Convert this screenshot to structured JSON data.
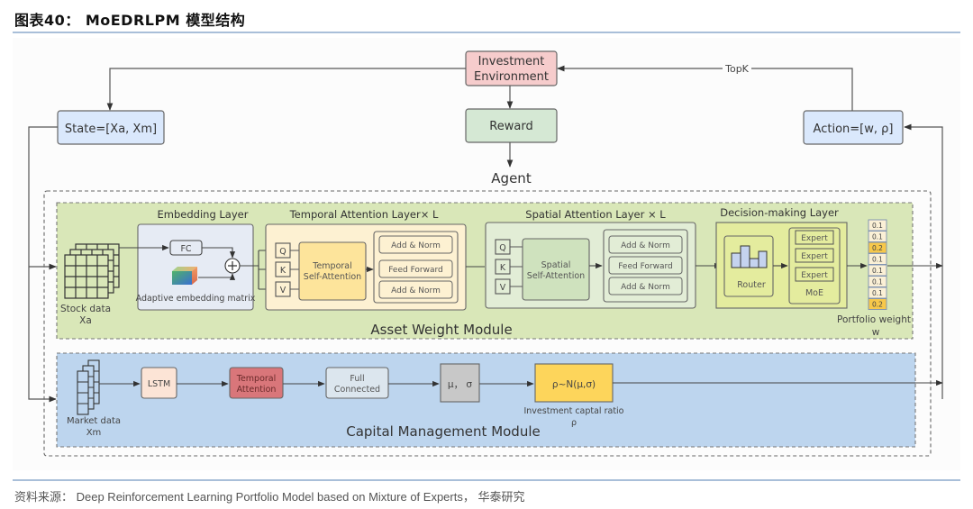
{
  "figure": {
    "title": "图表40： MoEDRLPM 模型结构",
    "source": "资料来源： Deep Reinforcement Learning Portfolio Model based on Mixture of Experts， 华泰研究"
  },
  "top": {
    "environment": [
      "Investment",
      "Environment"
    ],
    "reward": "Reward",
    "agent": "Agent",
    "state": "State=[Xa, Xm]",
    "action": "Action=[w, ρ]",
    "topk": "TopK"
  },
  "asset_module": {
    "label": "Asset Weight Module",
    "stock_data": [
      "Stock data",
      "Xa"
    ],
    "embedding": {
      "title": "Embedding Layer",
      "fc": "FC",
      "plus": "+",
      "matrix_label": "Adaptive embedding matrix"
    },
    "temporal": {
      "title": "Temporal Attention Layer× L",
      "q": "Q",
      "k": "K",
      "v": "V",
      "attention": [
        "Temporal",
        "Self-Attention"
      ],
      "blocks": [
        "Add & Norm",
        "Feed Forward",
        "Add & Norm"
      ]
    },
    "spatial": {
      "title": "Spatial Attention Layer × L",
      "q": "Q",
      "k": "K",
      "v": "V",
      "attention": [
        "Spatial",
        "Self-Attention"
      ],
      "blocks": [
        "Add & Norm",
        "Feed Forward",
        "Add & Norm"
      ]
    },
    "decision": {
      "title": "Decision-making Layer",
      "router": "Router",
      "experts": [
        "Expert",
        "Expert",
        "Expert"
      ],
      "moe": "MoE"
    },
    "portfolio": {
      "weights": [
        "0.1",
        "0.1",
        "0.2",
        "0.1",
        "0.1",
        "0.1",
        "0.1",
        "0.2"
      ],
      "highlight": [
        false,
        false,
        true,
        false,
        false,
        false,
        false,
        true
      ],
      "label": [
        "Portfolio weight",
        "w"
      ]
    }
  },
  "capital_module": {
    "label": "Capital Management Module",
    "market_data": [
      "Market data",
      "Xm"
    ],
    "lstm": "LSTM",
    "temporal_attention": [
      "Temporal",
      "Attention"
    ],
    "full_connected": [
      "Full",
      "Connected"
    ],
    "mu_sigma": "μ， σ",
    "distribution": "ρ~N(μ,σ)",
    "ratio_label": [
      "Investment captal ratio",
      "ρ"
    ]
  },
  "colors": {
    "env_fill": "#f6cccc",
    "reward_fill": "#d5e8d4",
    "state_fill": "#dae8fc",
    "asset_fill": "#d9e7b8",
    "capital_fill": "#bdd5ee",
    "temporal_att_fill": "#fde49b",
    "weight_highlight": "#f7c84a",
    "red_att": "#d9767a",
    "dist_fill": "#fdd55b"
  }
}
